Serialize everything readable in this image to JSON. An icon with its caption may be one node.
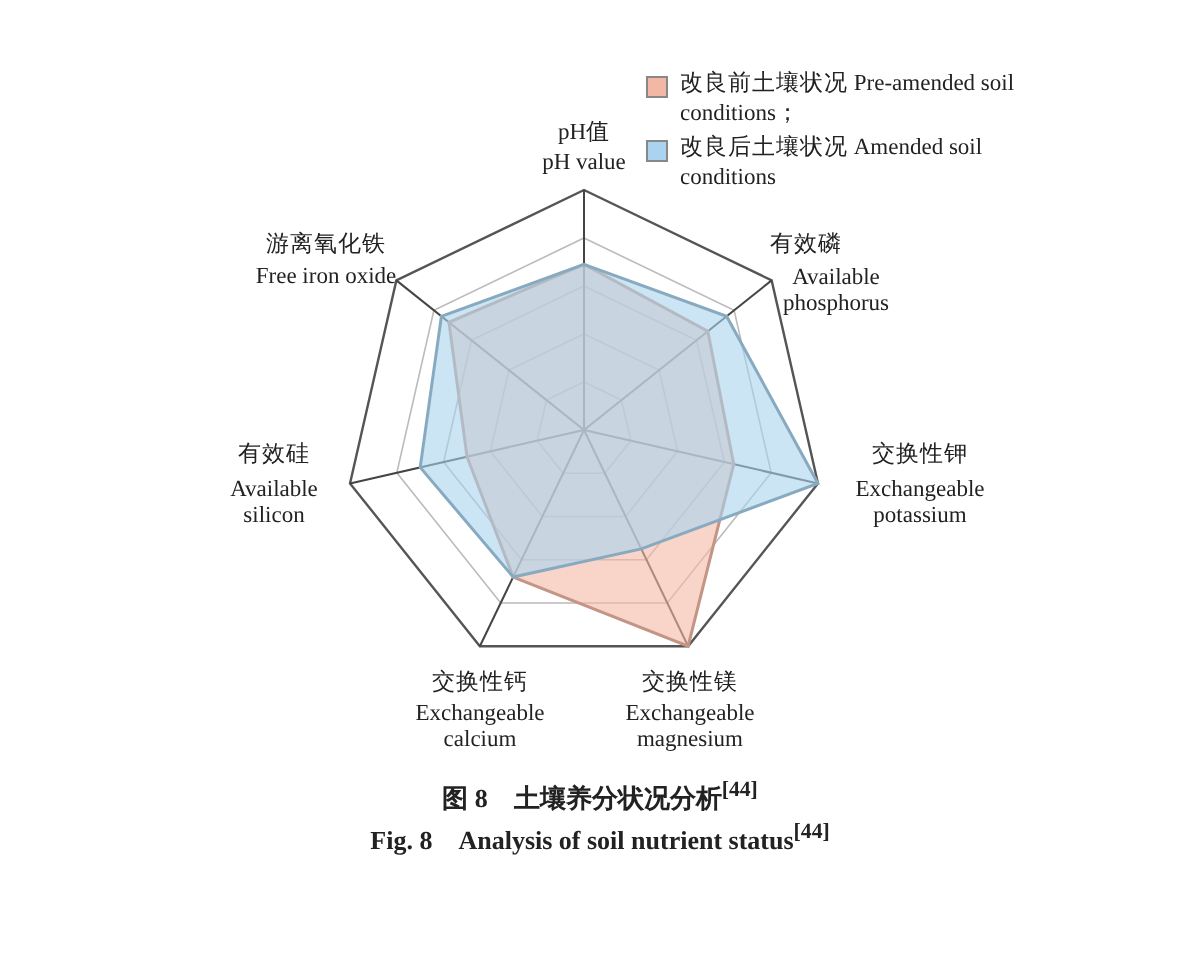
{
  "diagram": {
    "caption": "图 8　土壤养分状况分析$^{[44]}$",
    "labels": [
      "pH值",
      "pH value",
      "有效磷",
      "Available phosphorus",
      "交换性钾",
      "Exchangeable potassium",
      "交换性镁",
      "Exchangeable magnesium",
      "交换性钙",
      "Exchangeable calcium",
      "有效硅",
      "Available silicon",
      "游离氧化铁",
      "Free iron oxide",
      "Fig. 8　Analysis of soil nutrient status$^{[44]}$"
    ],
    "legend": [
      {
        "text": "改良前土壤状况 Pre-amended soil conditions；",
        "color": "#f3b8a5"
      },
      {
        "text": "改良后土壤状况 Amended soil conditions",
        "color": "#a9d3ee"
      }
    ]
  }
}
